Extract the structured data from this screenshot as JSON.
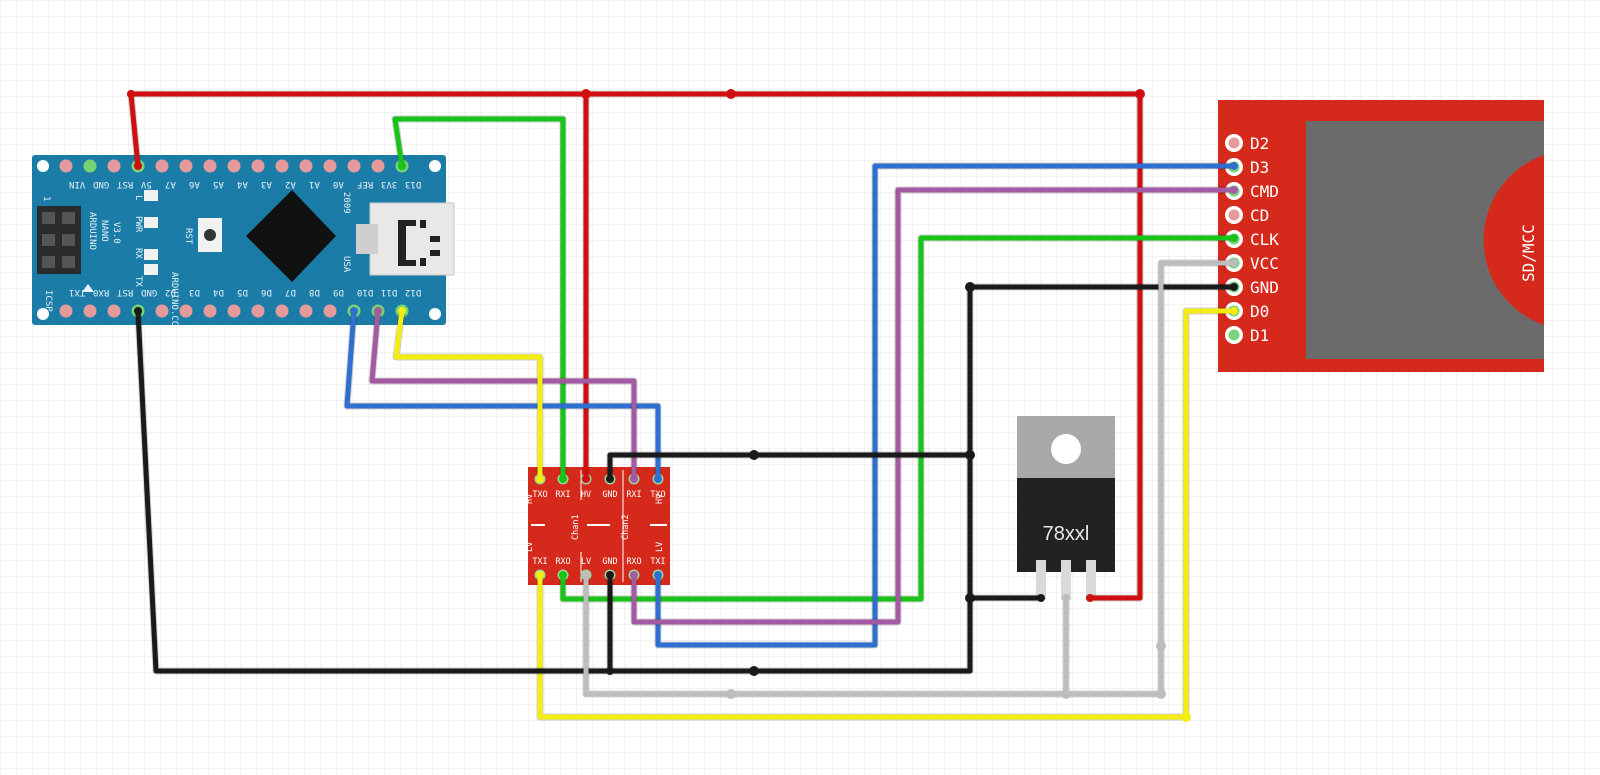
{
  "nano": {
    "top_pins": [
      "VIN",
      "GND",
      "RST",
      "5V",
      "A7",
      "A6",
      "A5",
      "A4",
      "A3",
      "A2",
      "A1",
      "A0",
      "REF",
      "3V3",
      "D13"
    ],
    "bottom_pins": [
      "TX1",
      "RX0",
      "RST",
      "GND",
      "D2",
      "D3",
      "D4",
      "D5",
      "D6",
      "D7",
      "D8",
      "D9",
      "D10",
      "D11",
      "D12"
    ],
    "title_lines": [
      "ARDUINO",
      "NANO",
      "V3.0"
    ],
    "website": "ARDUINO.CC",
    "year": "2009",
    "country": "USA",
    "icsp_label": "ICSP",
    "icsp_pin1": "1",
    "led_labels": [
      "L",
      "PWR",
      "RX",
      "TX"
    ],
    "reset_label": "RST"
  },
  "level_shifter": {
    "top_pins": [
      "TXO",
      "RXI",
      "HV",
      "GND",
      "RXI",
      "TXO"
    ],
    "bottom_pins": [
      "TXI",
      "RXO",
      "LV",
      "GND",
      "RXO",
      "TXI"
    ],
    "side_hv": "HV",
    "side_lv": "LV",
    "chan1": "Chan1",
    "chan2": "Chan2"
  },
  "regulator": {
    "label": "78xxl"
  },
  "sd_module": {
    "pins": [
      "D2",
      "D3",
      "CMD",
      "CD",
      "CLK",
      "VCC",
      "GND",
      "D0",
      "D1"
    ],
    "label": "SD/MCC"
  },
  "colors": {
    "red": "#d01010",
    "green": "#18c418",
    "blue": "#2f6fd0",
    "purple": "#a45aa2",
    "black": "#1a1a1a",
    "yellow": "#f5ec12",
    "white": "#bdbdbd",
    "nano_board": "#1b7da7",
    "breakout": "#d4291b"
  }
}
